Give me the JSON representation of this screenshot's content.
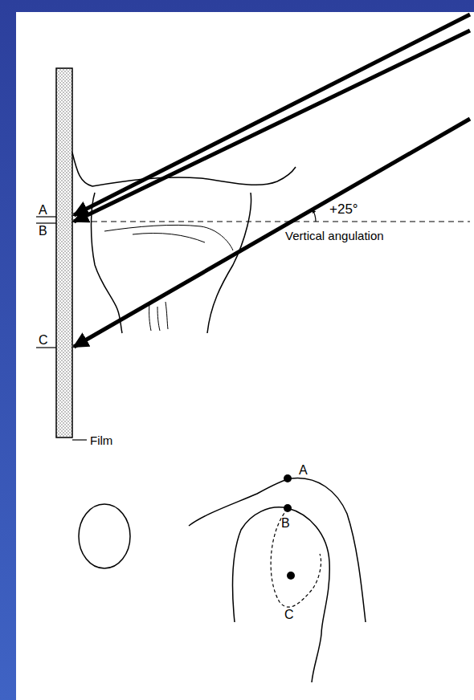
{
  "diagram": {
    "labels": [
      "A",
      "B",
      "C",
      "+25°",
      "Vertical angulation",
      "Film",
      "A",
      "B",
      "C"
    ]
  }
}
